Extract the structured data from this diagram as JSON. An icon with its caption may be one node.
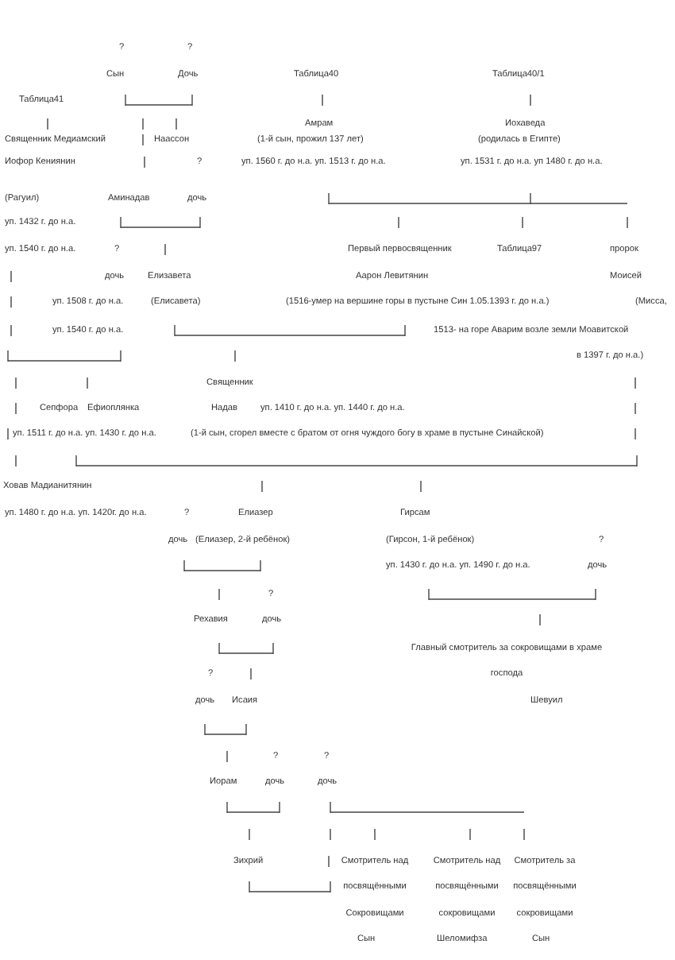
{
  "diagram": {
    "labels": [
      "?",
      "?",
      "Сын",
      "Дочь",
      "Таблица40",
      "Таблица40/1",
      "Таблица41",
      "Амрам",
      "Иохаведа",
      "Священник Медиамский",
      "Наассон",
      "(1-й сын, прожил 137 лет)",
      "(родилась в Египте)",
      "Иофор Кениянин",
      "?",
      "уп. 1560 г. до н.а. уп. 1513 г. до н.а.",
      "уп. 1531 г. до н.а. уп 1480 г. до н.а.",
      "(Рагуил)",
      "Аминадав",
      "дочь",
      "уп. 1432 г. до н.а.",
      "уп. 1540 г. до н.а.",
      "?",
      "Первый первосвященник",
      "Таблица97",
      "пророк",
      "дочь",
      "Елизавета",
      "Аарон Левитянин",
      "Моисей",
      "уп. 1508 г. до н.а.",
      "(Елисавета)",
      "(1516-умер на вершине горы в пустыне Син 1.05.1393 г. до н.а.)",
      "(Мисса,",
      "уп. 1540 г. до н.а.",
      "1513- на горе Аварим возле земли Моавитской",
      "в 1397 г. до н.а.)",
      "Священник",
      "Сепфора",
      "Ефиоплянка",
      "Надав",
      "уп. 1410 г. до н.а. уп. 1440 г. до н.а.",
      "уп. 1511 г. до н.а. уп. 1430 г. до н.а.",
      "(1-й сын, сгорел вместе с братом от огня чуждого богу в храме в пустыне Синайской)",
      "Ховав Мадианитянин",
      "уп. 1480 г. до н.а. уп. 1420г. до н.а.",
      "?",
      "Елиазер",
      "Гирсам",
      "дочь",
      "(Елиазер, 2-й ребёнок)",
      "(Гирсон, 1-й ребёнок)",
      "?",
      "уп. 1430 г. до н.а. уп. 1490 г. до н.а.",
      "дочь",
      "?",
      "Рехавия",
      "дочь",
      "Главный смотритель за сокровищами в храме господа",
      "?",
      "дочь",
      "Исаия",
      "Шевуил",
      "?",
      "?",
      "Иорам",
      "дочь",
      "дочь",
      "Зихрий",
      "Смотритель над посвящёнными Сокровищами",
      "Смотритель над посвящёнными сокровищами",
      "Смотритель за посвящёнными сокровищами",
      "Сын",
      "Шеломифза",
      "Сын"
    ]
  }
}
